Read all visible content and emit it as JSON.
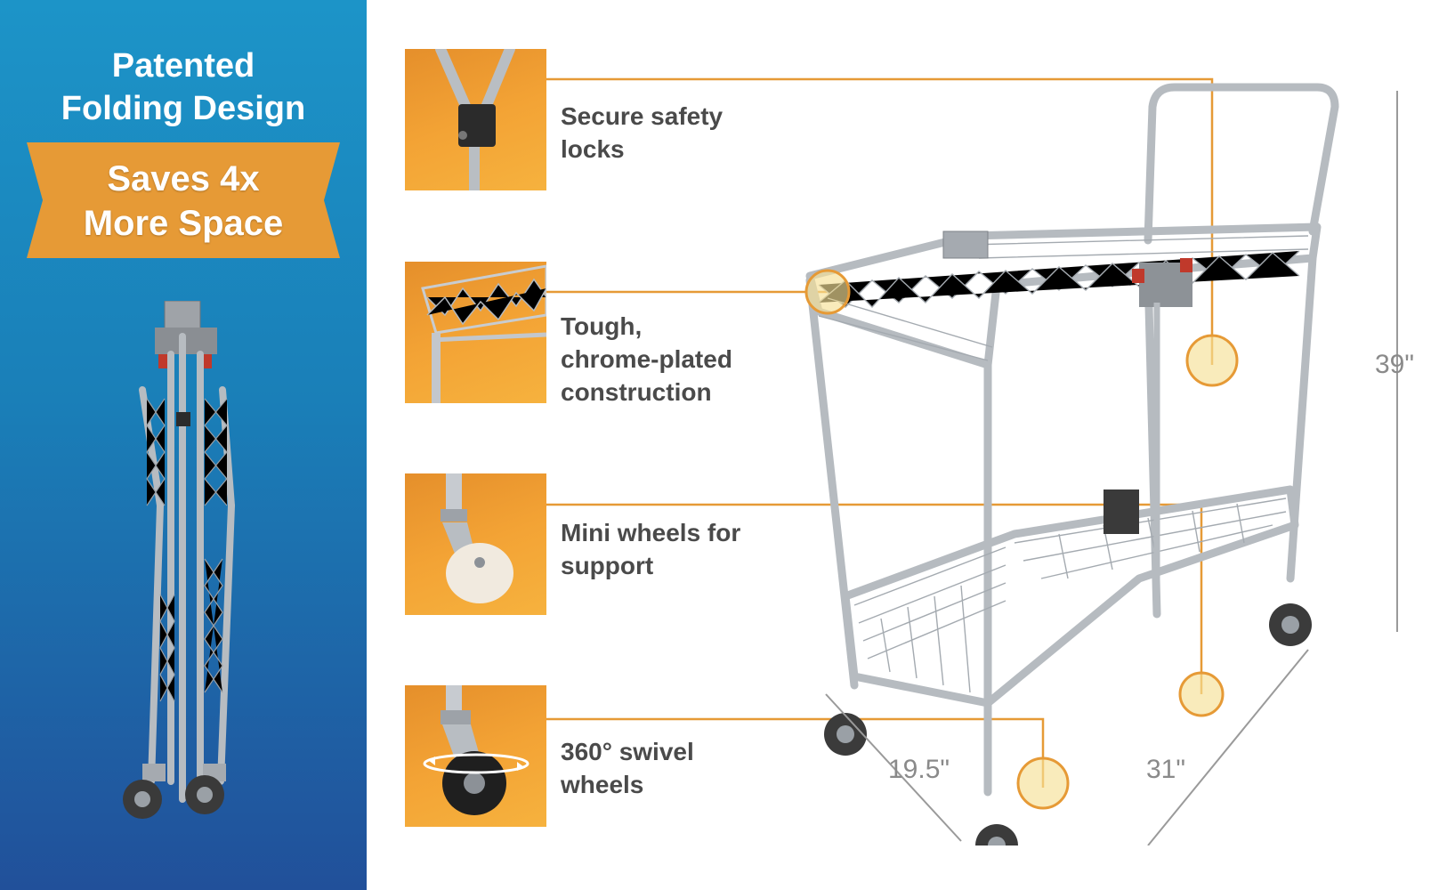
{
  "left_panel": {
    "headline_line1": "Patented",
    "headline_line2": "Folding Design",
    "ribbon_line1": "Saves 4x",
    "ribbon_line2": "More Space"
  },
  "features": [
    {
      "icon": "safety-lock-icon",
      "line1": "Secure safety",
      "line2": "locks"
    },
    {
      "icon": "wire-shelf-icon",
      "line1": "Tough,",
      "line2": "chrome-plated",
      "line3": "construction"
    },
    {
      "icon": "mini-wheel-icon",
      "line1": "Mini wheels for",
      "line2": "support"
    },
    {
      "icon": "swivel-wheel-icon",
      "line1": "360° swivel",
      "line2": "wheels"
    }
  ],
  "dimensions": {
    "height": "39\"",
    "depth": "19.5\"",
    "width": "31\""
  },
  "colors": {
    "panel_blue": "#1a7fb8",
    "accent_orange": "#e69a36",
    "text_gray": "#4a4a4a",
    "dimension_gray": "#8a8a8a"
  }
}
